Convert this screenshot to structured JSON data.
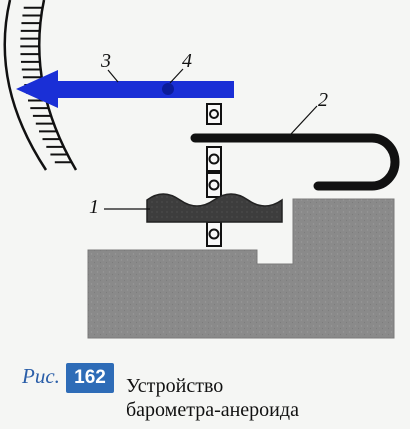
{
  "callouts": {
    "one": "1",
    "two": "2",
    "three": "3",
    "four": "4"
  },
  "caption": {
    "label": "Рис.",
    "number": "162",
    "line1": "Устройство",
    "line2": "барометра-анероида"
  },
  "colors": {
    "arrow": "#1a2fd6",
    "base": "#8a8a8a",
    "box": "#3a3a3a",
    "spring": "#111111",
    "badge": "#2e6cb7"
  }
}
